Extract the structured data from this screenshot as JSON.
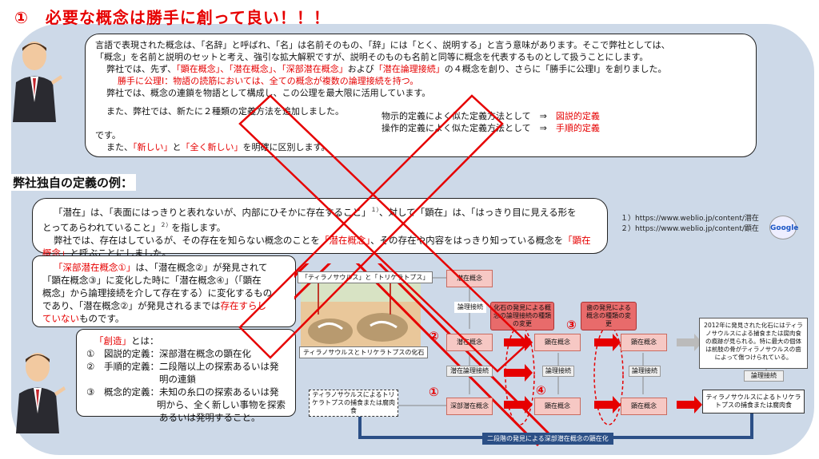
{
  "title": "①　必要な概念は勝手に創って良い！！！",
  "bubble1": {
    "line1": "言語で表現された概念は、「名辞」と呼ばれ、「名」は名前そのもの、「辞」には「とく、説明する」と言う意味があります。そこで弊社としては、",
    "line2": "「概念」を名前と説明のセットと考え、強引な拡大解釈ですが、説明そのものも名前と同等に概念を代表するものとして扱うことにします。",
    "line3a": "弊社では、先ず、",
    "line3b": "「顕在概念」、「潜在概念」、「深部潜在概念」",
    "line3c": "および",
    "line3d": "「潜在論理接続」",
    "line3e": "の４概念を創り、さらに「勝手に公理Ⅰ」を創りました。",
    "line4": "勝手に公理Ⅰ：物語の読筋においては、全ての概念が複数の論理接続を持つ。",
    "line5": "弊社では、概念の連鎖を物語として構成し、この公理を最大限に活用しています。",
    "line6": "また、弊社では、新たに２種類の定義方法を追加しました。",
    "pair1a": "物示的定義によく似た定義方法として　⇒",
    "pair1b": "図説的定義",
    "pair2a": "操作的定義によく似た定義方法として　⇒",
    "pair2b": "手順的定義",
    "line7": "です。",
    "line8a": "また、",
    "line8b": "「新しい」",
    "line8c": "と",
    "line8d": "「全く新しい」",
    "line8e": "を明確に区別します。"
  },
  "section_title": "弊社独自の定義の例：",
  "bubble2": {
    "l1": "「潜在」は、「表面にはっきりと表れないが、内部にひそかに存在すること」",
    "l1sup": "１）",
    "l1b": "、対して「顕在」は、「はっきり目に見える形を",
    "l2": "とってあらわれていること」",
    "l2sup": "２）",
    "l2b": "を指します。",
    "l3a": "弊社では、存在はしているが、その存在を知らない概念のことを",
    "l3b": "「潜在概念」",
    "l3c": "、その存在や内容をはっきり知っている概念を",
    "l3d": "「顕在",
    "l4a": "概念」",
    "l4b": "と呼ぶことにしました。"
  },
  "refs": {
    "r1": "１）https://www.weblio.jp/content/潜在",
    "r2": "２）https://www.weblio.jp/content/顕在",
    "logo": "Google"
  },
  "bubble3": {
    "l1a": "「深部潜在概念①」",
    "l1b": "は、「潜在概念②」が発見されて",
    "l2": "「顕在概念③」に変化した時に「潜在概念④」（「顕在",
    "l3": "概念」から論理接続を介して存在する）に変化するもの",
    "l4a": "であり、「潜在概念②」が発見されるまでは",
    "l4b": "存在すらし",
    "l5a": "ていない",
    "l5b": "ものです。"
  },
  "bubble4": {
    "title_a": "「創造」",
    "title_b": "とは：",
    "items": [
      {
        "n": "①",
        "t": "図説的定義：深部潜在概念の顕在化"
      },
      {
        "n": "②",
        "t": "手順的定義：二段階以上の探索あるいは発"
      },
      {
        "n": "",
        "t": "　　　　　　明の連鎖"
      },
      {
        "n": "③",
        "t": "概念的定義：未知の糸口の探索あるいは発"
      },
      {
        "n": "",
        "t": "　　　　　　明から、全く新しい事物を探索"
      },
      {
        "n": "",
        "t": "　　　　　　あるいは発明すること。"
      }
    ]
  },
  "diagram": {
    "top_label": "「ティラノサウルス」と「トリケラトプス」",
    "fossil_label": "ティラノサウルスとトリケラトプスの化石",
    "prey_text": "ティラノサウルスによるトリケラトプスの捕食または腐肉食",
    "potential": "潜在概念",
    "manifest": "顕在概念",
    "deep": "深部潜在概念",
    "logic": "論理接続",
    "latent_logic": "潜在論理接続",
    "tag1": "化石の発見による概念の論理接続の種類の変更",
    "tag2": "歯の発見による概念の種類の変更",
    "note": "2012年に発見された化石にはティラノサウルスによる捕食または腐肉食の痕跡が見られる。特に最大の個体は前肢の骨がティラノサウルスの歯によって傷つけられている。",
    "right_prey": "ティラノサウルスによるトリケラトプスの捕食または腐肉食",
    "bottom_bar": "二段階の発見による深部潜在概念の顕在化",
    "n1": "①",
    "n2": "②",
    "n3": "③",
    "n4": "④"
  },
  "colors": {
    "accent_red": "#e60000",
    "panel_bg": "#cdd9e8",
    "bar_blue": "#2b4f86"
  }
}
